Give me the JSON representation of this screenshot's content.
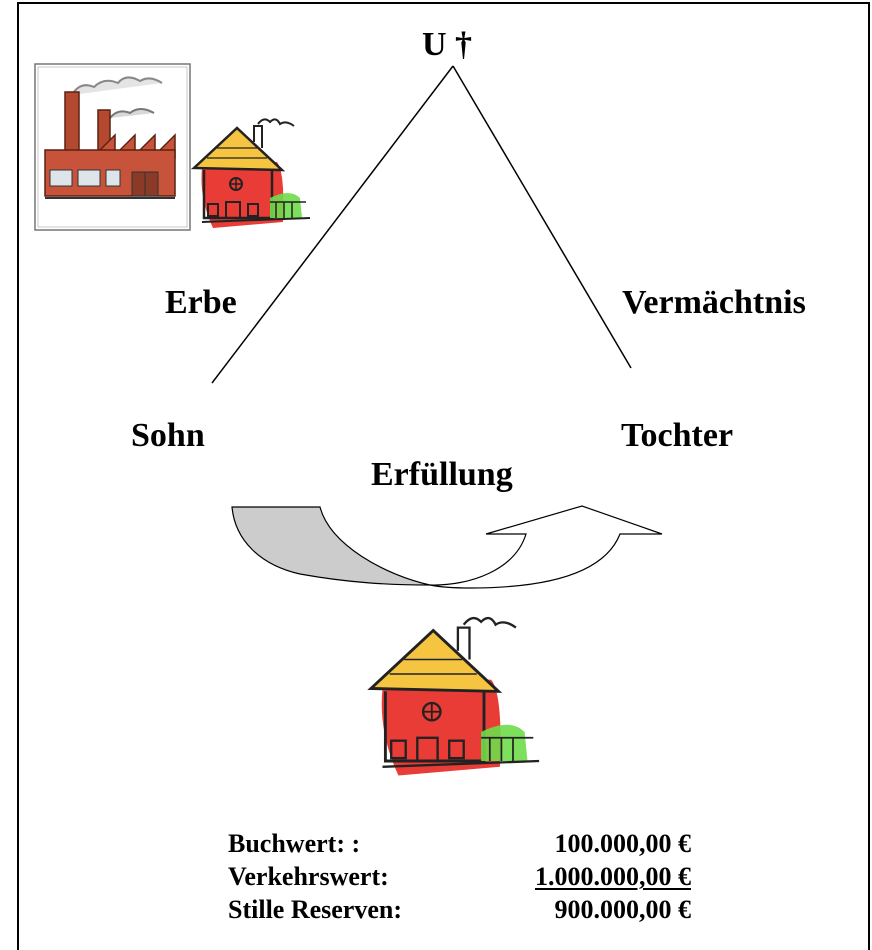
{
  "diagram": {
    "top_node": "U †",
    "left_edge_label": "Erbe",
    "right_edge_label": "Vermächtnis",
    "left_node": "Sohn",
    "right_node": "Tochter",
    "transfer_label": "Erfüllung",
    "images": [
      "factory-picture",
      "house-drawing-small",
      "house-drawing-large"
    ]
  },
  "valuation": {
    "rows": [
      {
        "name": "Buchwert: :",
        "amount": "100.000,00 €"
      },
      {
        "name": "Verkehrswert:",
        "amount": "1.000.000,00 €"
      },
      {
        "name": "Stille Reserven:",
        "amount": "900.000,00 €"
      }
    ]
  },
  "colors": {
    "arrow_fill": "#cccccc",
    "house_wall": "#e8322b",
    "house_roof": "#f5c542",
    "grass": "#6fdc4a",
    "factory_brick": "#c8533b"
  }
}
